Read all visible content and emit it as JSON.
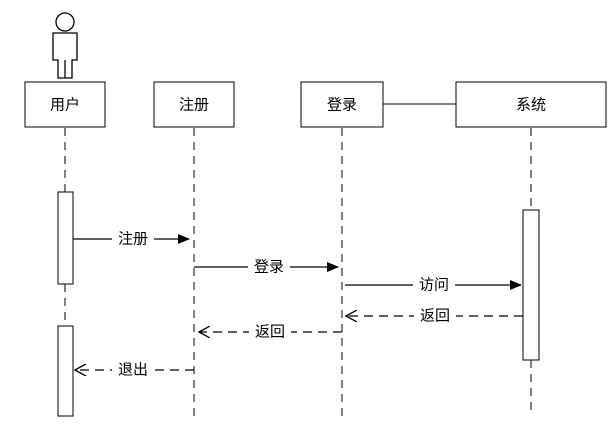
{
  "participants": [
    {
      "id": "user",
      "label": "用户",
      "actor": true
    },
    {
      "id": "register",
      "label": "注册"
    },
    {
      "id": "login",
      "label": "登录"
    },
    {
      "id": "system",
      "label": "系统"
    }
  ],
  "messages": [
    {
      "from": "user",
      "to": "register",
      "label": "注册",
      "style": "solid"
    },
    {
      "from": "register",
      "to": "login",
      "label": "登录",
      "style": "solid"
    },
    {
      "from": "login",
      "to": "system",
      "label": "访问",
      "style": "solid"
    },
    {
      "from": "system",
      "to": "login",
      "label": "返回",
      "style": "dashed"
    },
    {
      "from": "login",
      "to": "register",
      "label": "返回",
      "style": "dashed"
    },
    {
      "from": "register",
      "to": "user",
      "label": "退出",
      "style": "dashed"
    }
  ]
}
